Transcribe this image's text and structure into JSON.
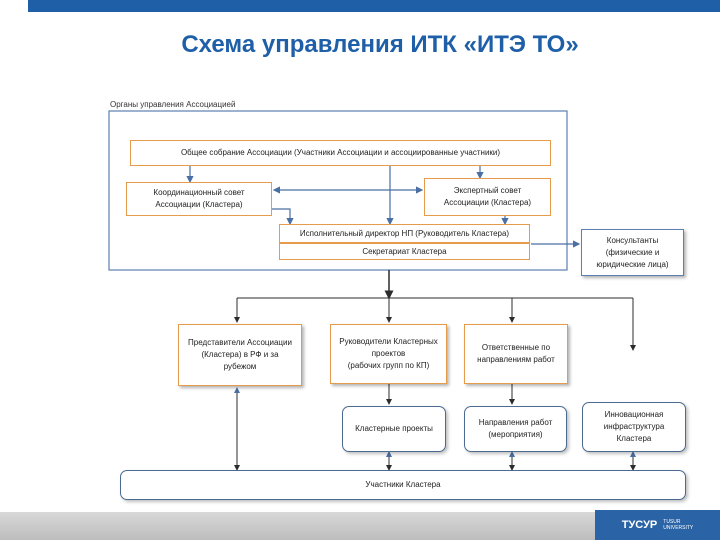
{
  "title": "Схема управления ИТК «ИТЭ ТО»",
  "org_label": "Органы управления Ассоциацией",
  "boxes": {
    "general_assembly": "Общее собрание Ассоциации (Участники Ассоциации и ассоциированные участники)",
    "coord_council": "Координационный совет\nАссоциации (Кластера)",
    "expert_council": "Экспертный совет\nАссоциации (Кластера)",
    "exec_director": "Исполнительный директор НП (Руководитель Кластера)",
    "secretariat": "Секретариат Кластера",
    "consultants": "Консультанты\n(физические и\nюридические лица)",
    "representatives": "Представители Ассоциации\n(Кластера) в РФ и за\nрубежом",
    "project_leaders": "Руководители Кластерных\nпроектов\n(рабочих групп по КП)",
    "responsible": "Ответственные по\nнаправлениям работ",
    "cluster_projects": "Кластерные проекты",
    "work_directions": "Направления работ\n(мероприятия)",
    "innovation_infra": "Инновационная\nинфраструктура\nКластера",
    "participants": "Участники Кластера"
  },
  "logo": {
    "mark": "ТУСУР",
    "sub": "TUSUR\nUNIVERSITY"
  }
}
